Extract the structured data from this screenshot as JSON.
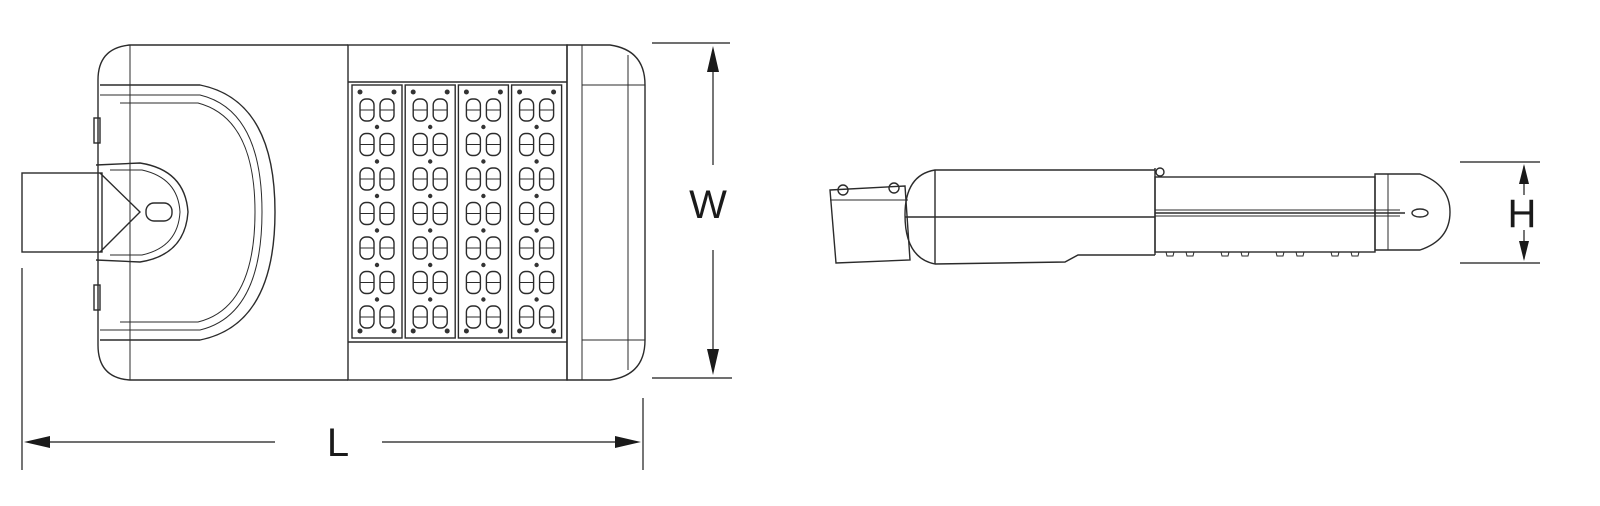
{
  "drawing": {
    "top_view": {
      "dimension_length_label": "L",
      "dimension_width_label": "W",
      "led_modules": 4,
      "led_rows_per_module": 7
    },
    "side_view": {
      "dimension_height_label": "H",
      "heatsink_fins": 8
    }
  },
  "colors": {
    "line": "#2b2b2b",
    "background": "#ffffff"
  }
}
